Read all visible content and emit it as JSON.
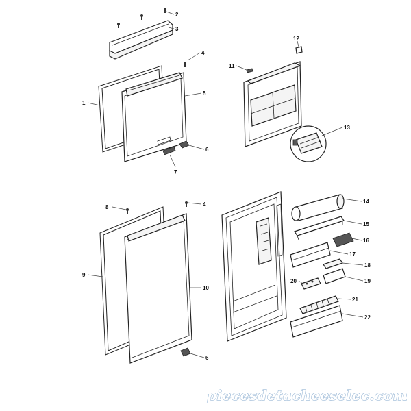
{
  "diagram": {
    "callouts": [
      {
        "id": "c1",
        "text": "1"
      },
      {
        "id": "c2",
        "text": "2"
      },
      {
        "id": "c3",
        "text": "3"
      },
      {
        "id": "c4a",
        "text": "4"
      },
      {
        "id": "c5",
        "text": "5"
      },
      {
        "id": "c6a",
        "text": "6"
      },
      {
        "id": "c7",
        "text": "7"
      },
      {
        "id": "c11",
        "text": "11"
      },
      {
        "id": "c12",
        "text": "12"
      },
      {
        "id": "c13",
        "text": "13"
      },
      {
        "id": "c8",
        "text": "8"
      },
      {
        "id": "c4b",
        "text": "4"
      },
      {
        "id": "c9",
        "text": "9"
      },
      {
        "id": "c10",
        "text": "10"
      },
      {
        "id": "c6b",
        "text": "6"
      },
      {
        "id": "c14",
        "text": "14"
      },
      {
        "id": "c15",
        "text": "15"
      },
      {
        "id": "c16",
        "text": "16"
      },
      {
        "id": "c17",
        "text": "17"
      },
      {
        "id": "c18",
        "text": "18"
      },
      {
        "id": "c19",
        "text": "19"
      },
      {
        "id": "c20",
        "text": "20"
      },
      {
        "id": "c21",
        "text": "21"
      },
      {
        "id": "c22",
        "text": "22"
      }
    ],
    "watermark": "piecesdetacheeselec.com"
  }
}
